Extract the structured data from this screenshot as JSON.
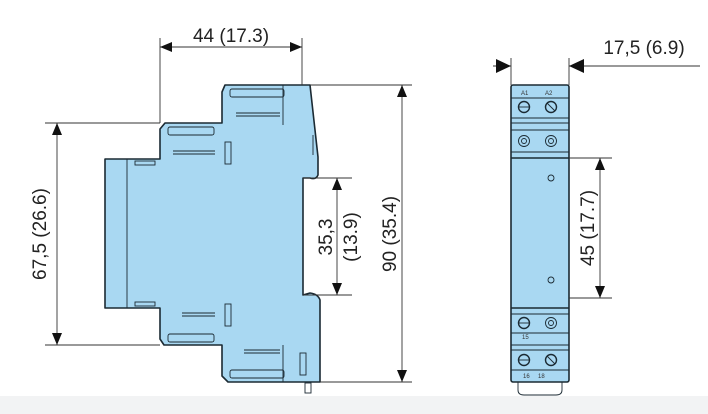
{
  "dimensions": {
    "width_depth": "44 (17.3)",
    "front_height": "67,5  (26.6)",
    "rail_height": "35,3",
    "rail_height_in": "(13.9)",
    "total_height": "90 (35.4)",
    "module_width": "17,5 (6.9)",
    "window_height": "45 (17.7)"
  },
  "terminals": {
    "top_left": "A1",
    "top_right": "A2",
    "middle": "15",
    "bottom_left": "16",
    "bottom_right": "18"
  },
  "colors": {
    "housing": "#a9d8f2",
    "outline": "#1b2a33"
  }
}
